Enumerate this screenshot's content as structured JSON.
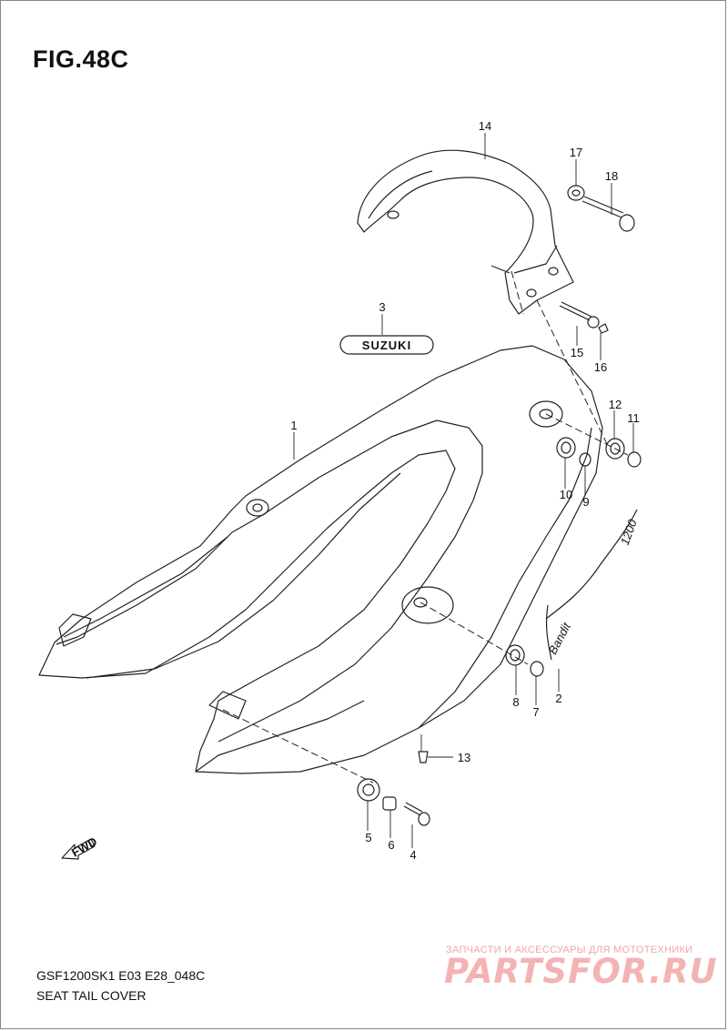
{
  "figure": {
    "title": "FIG.48C"
  },
  "diagram": {
    "callouts": {
      "c1": "1",
      "c2": "2",
      "c3": "3",
      "c4": "4",
      "c5": "5",
      "c6": "6",
      "c7": "7",
      "c8": "8",
      "c9": "9",
      "c10": "10",
      "c11": "11",
      "c12": "12",
      "c13": "13",
      "c14": "14",
      "c15": "15",
      "c16": "16",
      "c17": "17",
      "c18": "18"
    },
    "emblem": "SUZUKI",
    "decal": "Bandit",
    "decal_num": "1200",
    "fwd": "FWD"
  },
  "footer": {
    "code": "GSF1200SK1 E03 E28_048C",
    "caption": "SEAT TAIL COVER"
  },
  "watermark": {
    "tagline": "ЗАПЧАСТИ И АКСЕССУАРЫ ДЛЯ МОТОТЕХНИКИ",
    "brand": "PARTSFOR.RU"
  }
}
